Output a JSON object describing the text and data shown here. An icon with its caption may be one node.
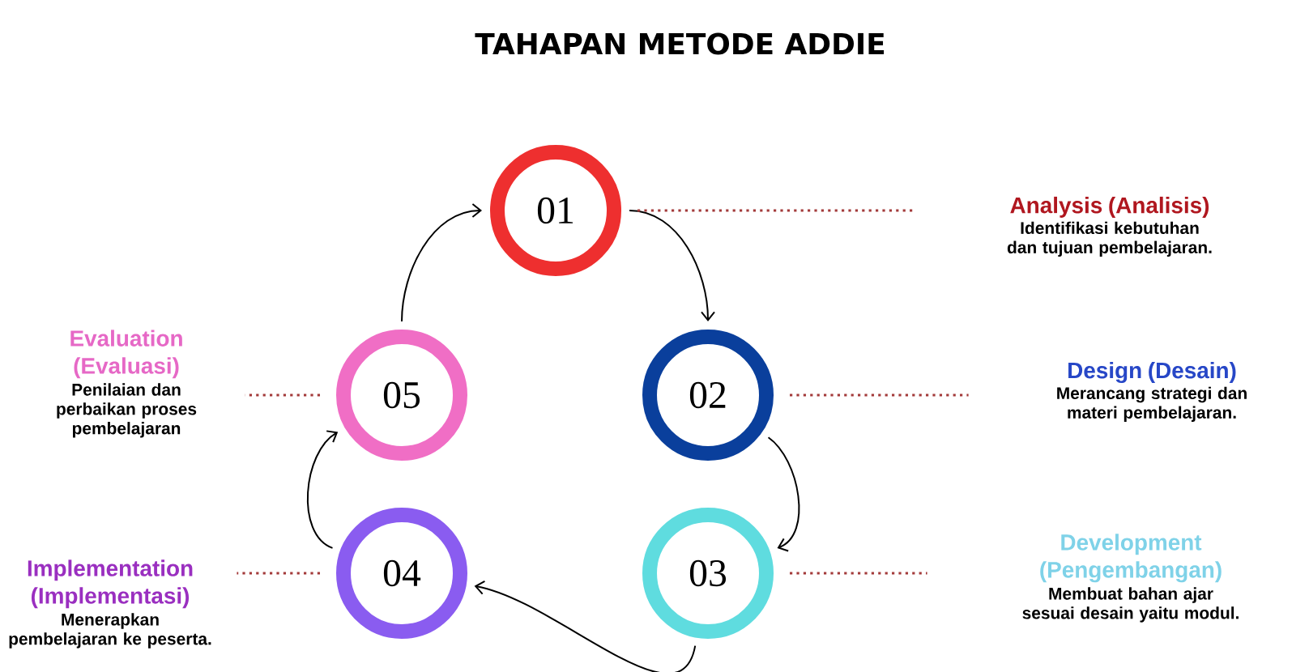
{
  "diagram": {
    "title": "TAHAPAN METODE ADDIE",
    "nodes": [
      {
        "text": [
          "01"
        ]
      },
      {
        "text": [
          "02"
        ]
      },
      {
        "text": [
          "03"
        ]
      },
      {
        "text": [
          "04"
        ]
      },
      {
        "text": [
          "05"
        ]
      },
      {
        "text": [
          "Analysis (Analisis)",
          "Identifikasi kebutuhan dan tujuan pembelajaran."
        ]
      },
      {
        "text": [
          "Design (Desain)",
          "Merancang strategi dan materi pembelajaran."
        ]
      },
      {
        "text": [
          "Development (Pengembangan)",
          "Membuat bahan ajar sesuai desain yaitu modul."
        ]
      },
      {
        "text": [
          "Evaluation (Evaluasi)",
          "Penilaian dan perbaikan proses pembelajaran"
        ]
      },
      {
        "text": [
          "Implementation (Implementasi)",
          "Menerapkan pembelajaran ke peserta."
        ]
      }
    ],
    "edges": [
      {
        "from": 0,
        "to": 1,
        "arrow": "to"
      },
      {
        "from": 1,
        "to": 2,
        "arrow": "to"
      },
      {
        "from": 2,
        "to": 3,
        "arrow": "to"
      },
      {
        "from": 3,
        "to": 4,
        "arrow": "to"
      },
      {
        "from": 4,
        "to": 0,
        "arrow": "to"
      },
      {
        "from": 0,
        "to": 5,
        "arrow": "none",
        "style": "dashed",
        "color": "#a33a3a"
      },
      {
        "from": 1,
        "to": 6,
        "arrow": "none",
        "style": "dashed",
        "color": "#a33a3a"
      },
      {
        "from": 2,
        "to": 7,
        "arrow": "none",
        "style": "dashed",
        "color": "#a33a3a"
      },
      {
        "from": 4,
        "to": 8,
        "arrow": "none",
        "style": "dashed",
        "color": "#a33a3a"
      },
      {
        "from": 3,
        "to": 9,
        "arrow": "none",
        "style": "dashed",
        "color": "#a33a3a"
      }
    ]
  }
}
